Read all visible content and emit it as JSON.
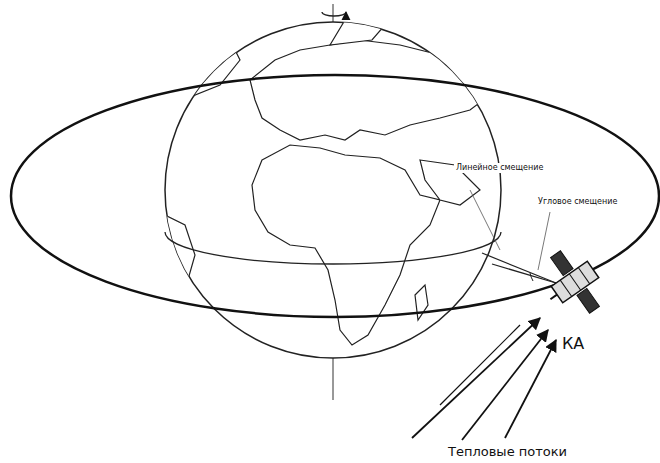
{
  "diagram": {
    "labels": [
      "Линейное смещение",
      "Угловое смещение",
      "КА",
      "Тепловые потоки"
    ]
  }
}
